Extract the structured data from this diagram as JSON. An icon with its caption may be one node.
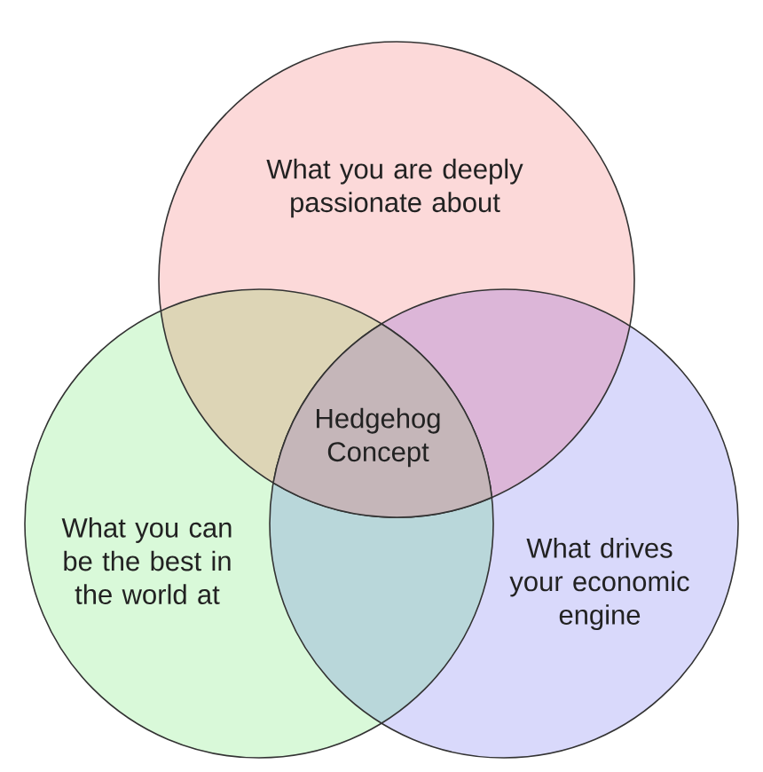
{
  "diagram": {
    "nodes": [
      {
        "text": [
          "What you are deeply passionate about"
        ]
      },
      {
        "text": [
          "What you can be the best in the world at"
        ]
      },
      {
        "text": [
          "What drives your economic engine"
        ]
      },
      {
        "text": [
          "Hedgehog Concept"
        ]
      }
    ]
  }
}
